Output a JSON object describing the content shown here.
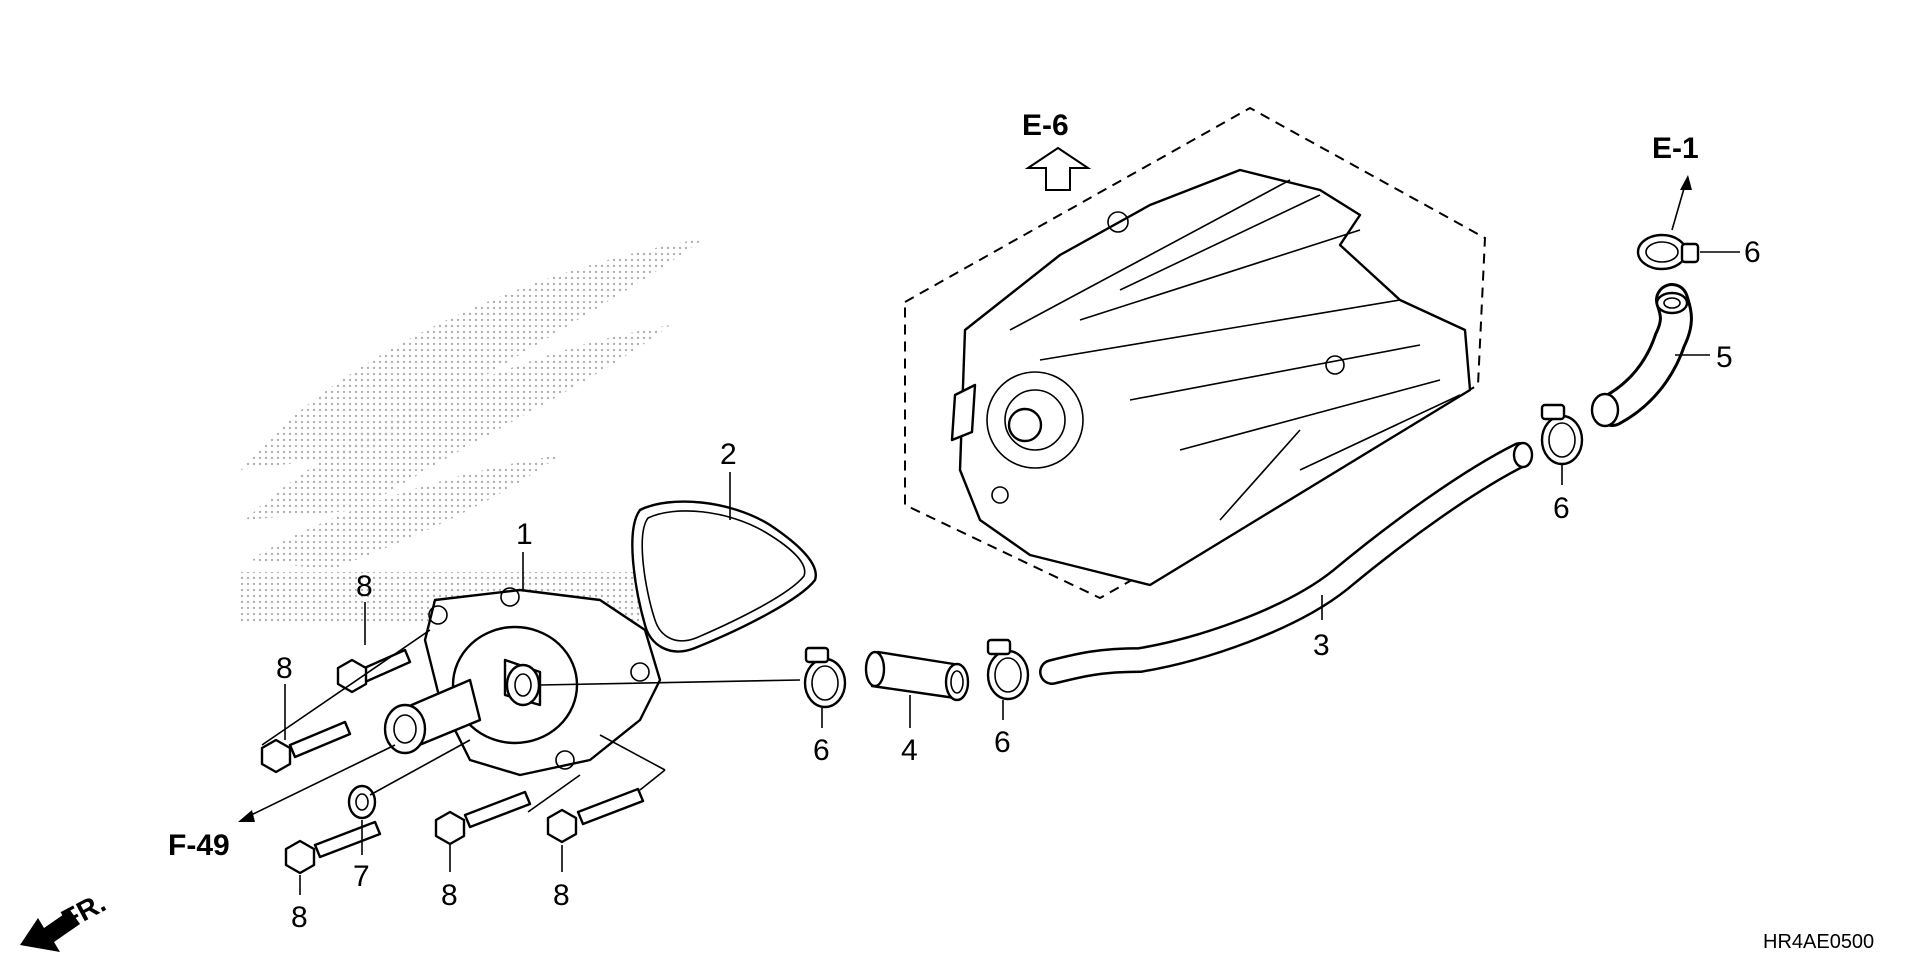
{
  "callouts": {
    "c1": "1",
    "c2": "2",
    "c3": "3",
    "c4": "4",
    "c5": "5",
    "c6a": "6",
    "c6b": "6",
    "c6c": "6",
    "c6d": "6",
    "c7": "7",
    "c8a": "8",
    "c8b": "8",
    "c8c": "8",
    "c8d": "8",
    "c8e": "8"
  },
  "references": {
    "e6": "E-6",
    "e1": "E-1",
    "f49": "F-49"
  },
  "front_label": "FR.",
  "diagram_code": "HR4AE0500",
  "colors": {
    "line": "#000000",
    "background": "#ffffff",
    "watermark": "#b0b0b0"
  }
}
